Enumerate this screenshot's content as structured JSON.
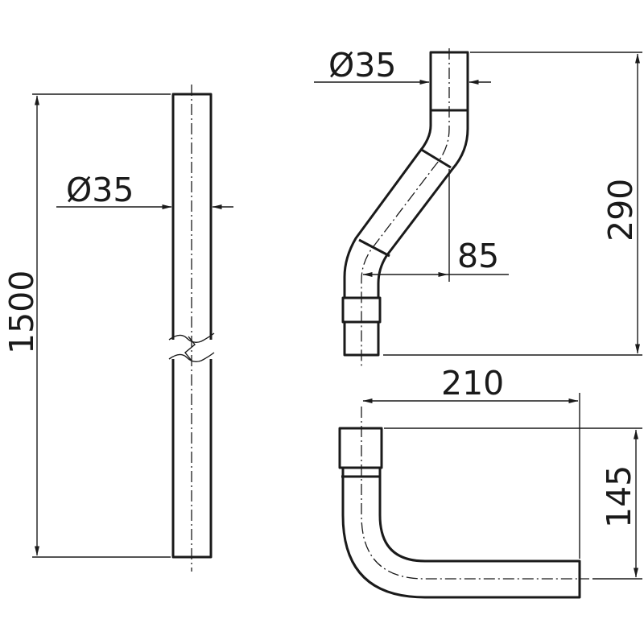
{
  "drawing": {
    "labels": {
      "straight_length": "1500",
      "straight_diameter": "Ø35",
      "offset_diameter": "Ø35",
      "offset_height": "290",
      "offset_shift": "85",
      "elbow_width": "210",
      "elbow_height": "145"
    },
    "colors": {
      "line": "#1a1a1a",
      "background": "#ffffff"
    }
  }
}
